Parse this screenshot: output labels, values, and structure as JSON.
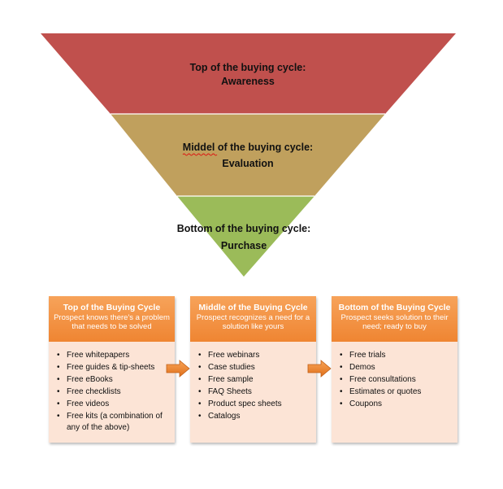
{
  "funnel": {
    "stages": [
      {
        "line1": "Top of the buying cycle:",
        "line2": "Awareness",
        "color": "#c0504d"
      },
      {
        "line1": "Middel of the buying cycle:",
        "line2": "Evaluation",
        "color": "#c0a05d"
      },
      {
        "line1": "Bottom of the buying cycle:",
        "line2": "Purchase",
        "color": "#9bbb59"
      }
    ]
  },
  "cards": [
    {
      "title": "Top of the Buying Cycle",
      "subtitle": "Prospect knows there's a problem that needs to be solved",
      "items": [
        "Free whitepapers",
        "Free guides & tip-sheets",
        "Free eBooks",
        "Free checklists",
        "Free videos",
        "Free kits (a combination of any of the above)"
      ]
    },
    {
      "title": "Middle of the Buying Cycle",
      "subtitle": "Prospect recognizes a need for a solution like yours",
      "items": [
        "Free webinars",
        "Case studies",
        "Free sample",
        "FAQ Sheets",
        "Product spec sheets",
        "Catalogs"
      ]
    },
    {
      "title": "Bottom of the Buying Cycle",
      "subtitle": "Prospect seeks solution to their need; ready to buy",
      "items": [
        "Free trials",
        "Demos",
        "Free consultations",
        "Estimates or quotes",
        "Coupons"
      ]
    }
  ],
  "colors": {
    "card_header": "#f0883a",
    "card_body": "#fce4d6",
    "arrow": "#ef7d22"
  }
}
